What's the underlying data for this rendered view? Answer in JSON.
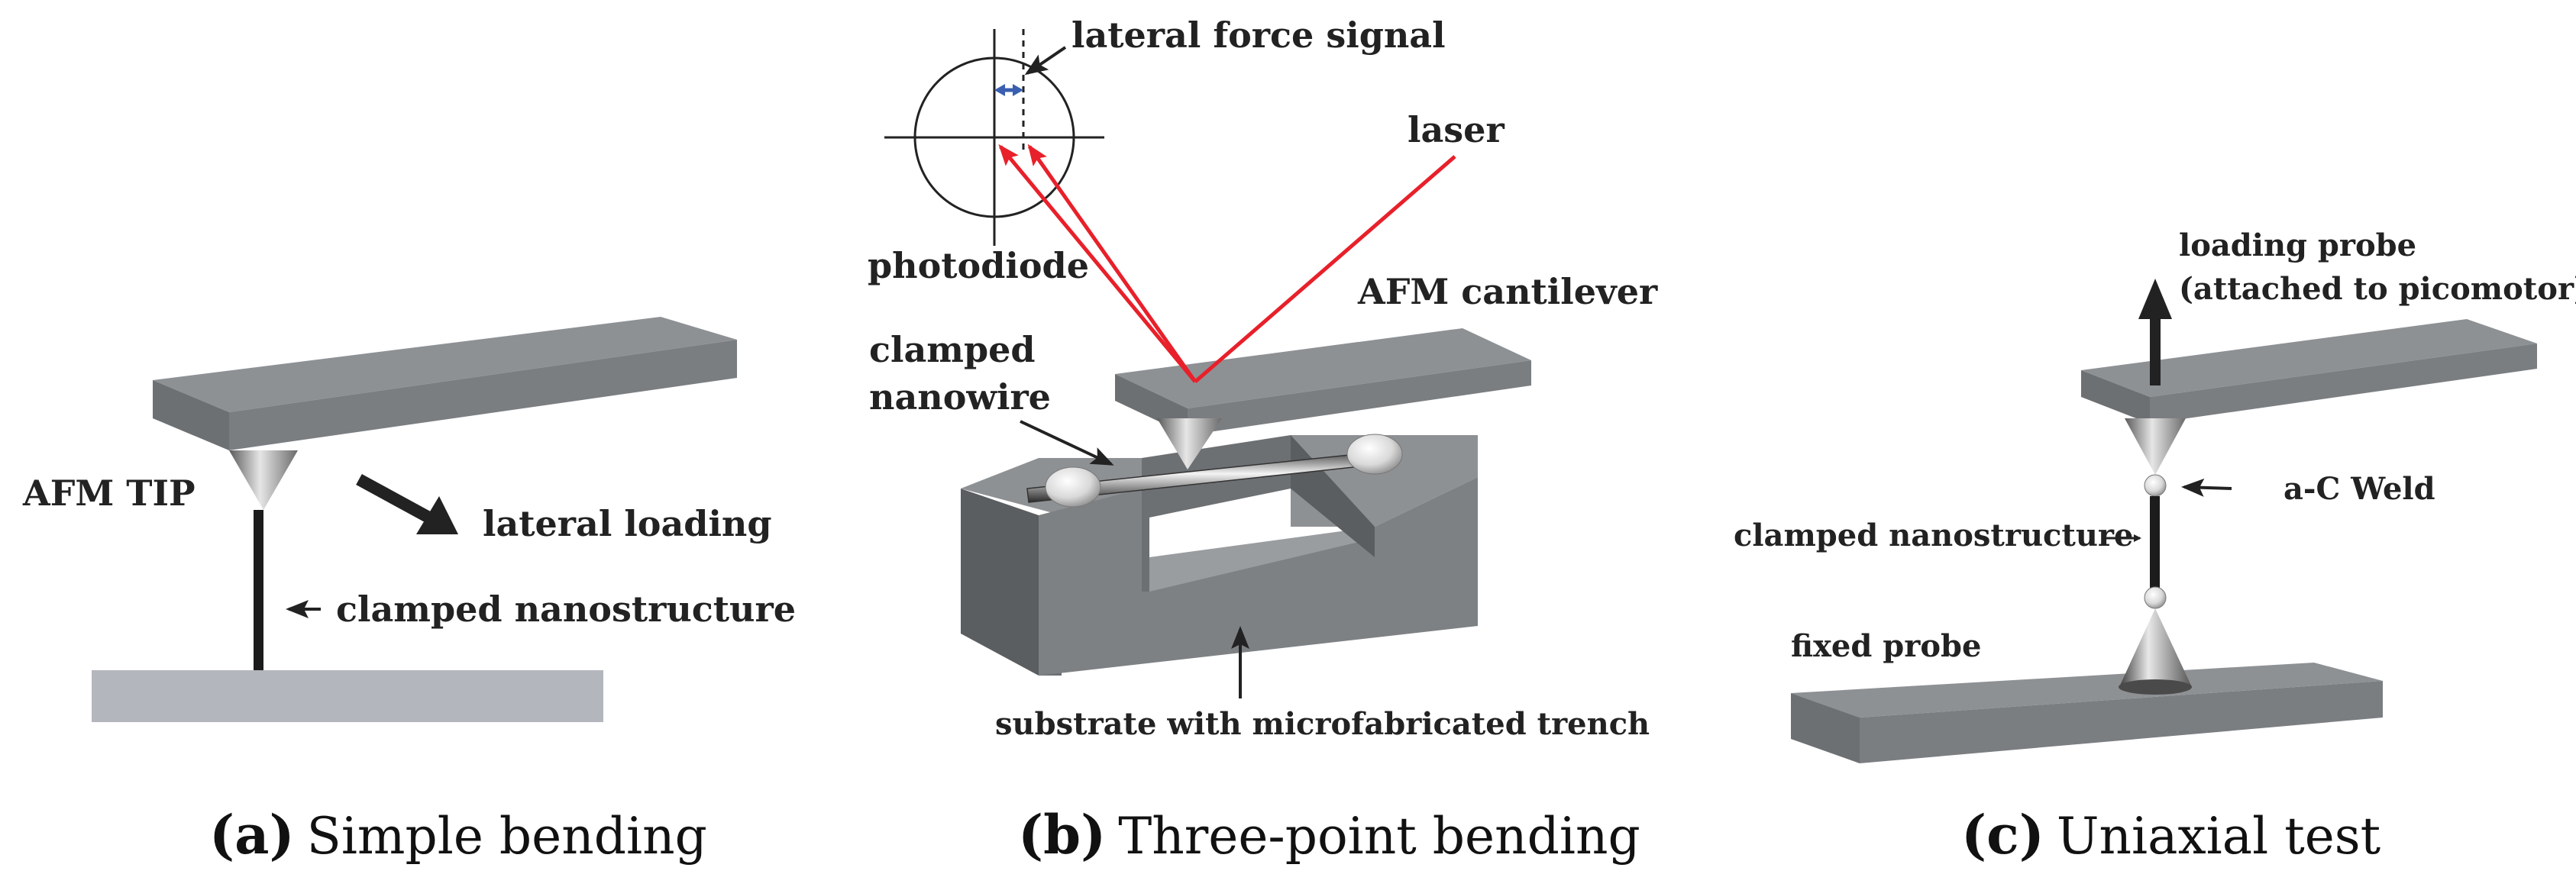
{
  "panel_a": {
    "tip_label": "AFM TIP",
    "loading_label": "lateral loading",
    "structure_label": "clamped nanostructure",
    "caption_letter": "a",
    "caption_text": "Simple bending"
  },
  "panel_b": {
    "lateral_force_label": "lateral force signal",
    "laser_label": "laser",
    "photodiode_label": "photodiode",
    "cantilever_label": "AFM cantilever",
    "nanowire_label_line1": "clamped",
    "nanowire_label_line2": "nanowire",
    "substrate_label": "substrate with microfabricated trench",
    "caption_letter": "b",
    "caption_text": "Three-point bending"
  },
  "panel_c": {
    "loading_probe_line1": "loading probe",
    "loading_probe_line2": "(attached to picomotor)",
    "weld_label": "a-C Weld",
    "structure_label": "clamped nanostructure",
    "fixed_probe_label": "fixed probe",
    "caption_letter": "c",
    "caption_text": "Uniaxial test"
  },
  "colors": {
    "top_face": "#8e9194",
    "front_face": "#6d7073",
    "side_face": "#5b5e61",
    "substrate_flat": "#b3b6bd",
    "laser": "#e8202a",
    "signal_arrow": "#3a5fb0",
    "ink": "#222222"
  }
}
